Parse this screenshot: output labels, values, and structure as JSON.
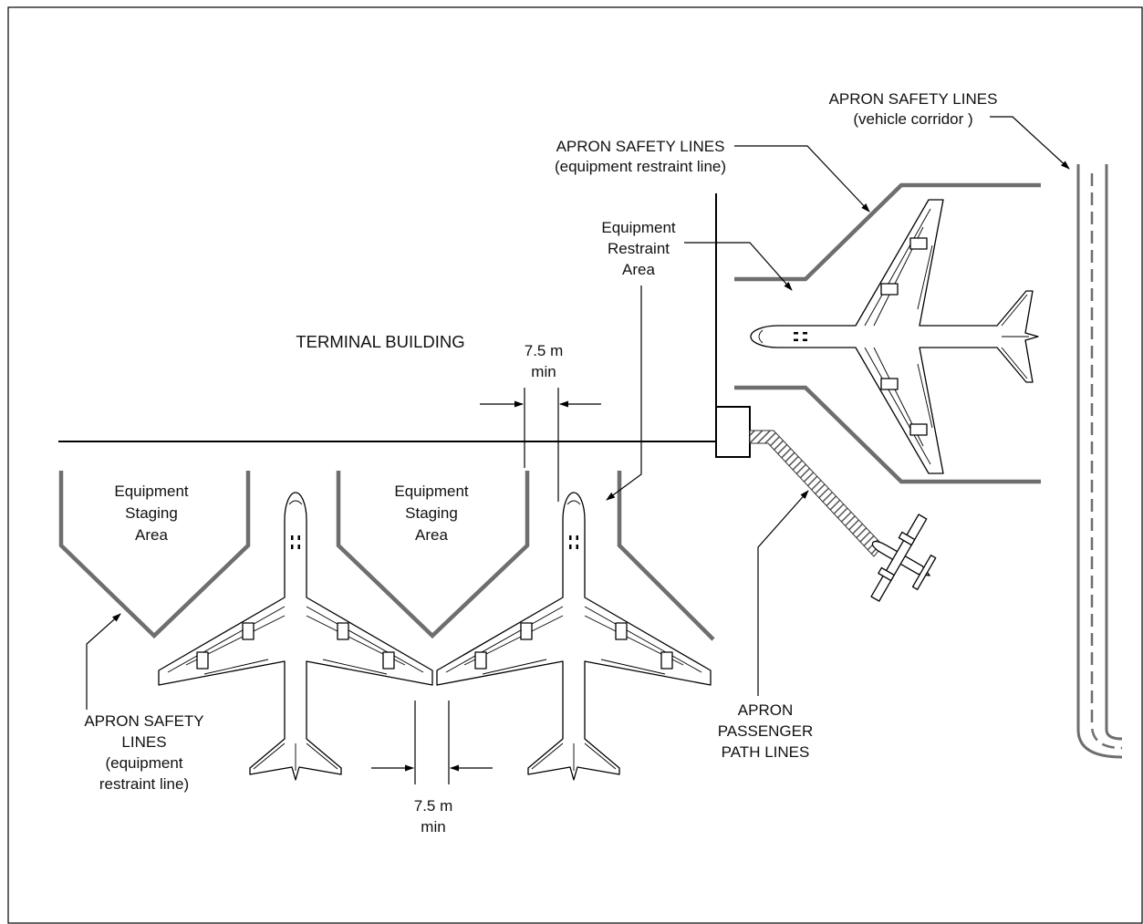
{
  "labels": {
    "terminal_building": "TERMINAL BUILDING",
    "vehicle_corridor": [
      "APRON SAFETY LINES",
      "(vehicle corridor )"
    ],
    "restraint_top": [
      "APRON SAFETY LINES",
      "(equipment restraint line)"
    ],
    "restraint_area": [
      "Equipment",
      "Restraint",
      "Area"
    ],
    "staging_left": [
      "Equipment",
      "Staging",
      "Area"
    ],
    "staging_mid": [
      "Equipment",
      "Staging",
      "Area"
    ],
    "clearance_top": [
      "7.5 m",
      "min"
    ],
    "clearance_bottom": [
      "7.5 m",
      "min"
    ],
    "restraint_bottom": [
      "APRON SAFETY",
      "LINES",
      "(equipment",
      "restraint line)"
    ],
    "passenger_path": [
      "APRON",
      "PASSENGER",
      "PATH LINES"
    ]
  },
  "colors": {
    "safety_line": "#6e6e6e",
    "outline": "#000000",
    "background": "#ffffff"
  }
}
